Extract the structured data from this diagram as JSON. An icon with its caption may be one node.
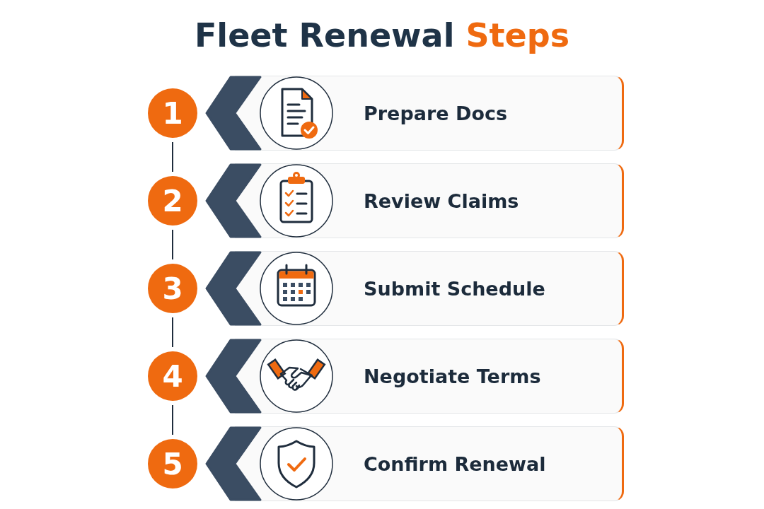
{
  "diagram": {
    "title": "Fleet Renewal Steps",
    "nodes": [
      {
        "text": [
          "1"
        ]
      },
      {
        "text": [
          "Prepare Docs"
        ]
      },
      {
        "text": [
          "2"
        ]
      },
      {
        "text": [
          "Review Claims"
        ]
      },
      {
        "text": [
          "3"
        ]
      },
      {
        "text": [
          "Submit Schedule"
        ]
      },
      {
        "text": [
          "4"
        ]
      },
      {
        "text": [
          "Negotiate Terms"
        ]
      },
      {
        "text": [
          "5"
        ]
      },
      {
        "text": [
          "Confirm Renewal"
        ]
      }
    ],
    "edges": [
      {
        "from": 0,
        "to": 2,
        "arrow": "none"
      },
      {
        "from": 2,
        "to": 4,
        "arrow": "none"
      },
      {
        "from": 4,
        "to": 6,
        "arrow": "none"
      },
      {
        "from": 6,
        "to": 8,
        "arrow": "none"
      }
    ]
  }
}
